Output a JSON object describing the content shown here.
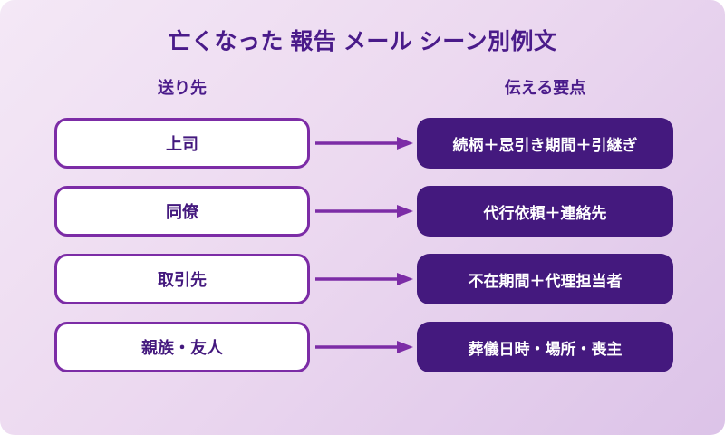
{
  "page": {
    "title": "亡くなった 報告 メール シーン別例文"
  },
  "columns": {
    "left_header": "送り先",
    "right_header": "伝える要点"
  },
  "rows": [
    {
      "recipient": "上司",
      "points": "続柄＋忌引き期間＋引継ぎ"
    },
    {
      "recipient": "同僚",
      "points": "代行依頼＋連絡先"
    },
    {
      "recipient": "取引先",
      "points": "不在期間＋代理担当者"
    },
    {
      "recipient": "親族・友人",
      "points": "葬儀日時・場所・喪主"
    }
  ],
  "icons": {
    "arrow_right": "right-arrow"
  },
  "colors": {
    "background_gradient_start": "#f4e8f6",
    "background_gradient_end": "#dcc3e8",
    "accent_purple": "#7c2ca6",
    "deep_purple": "#44197e",
    "title_color": "#4a1b8a",
    "box_bg": "#ffffff"
  }
}
